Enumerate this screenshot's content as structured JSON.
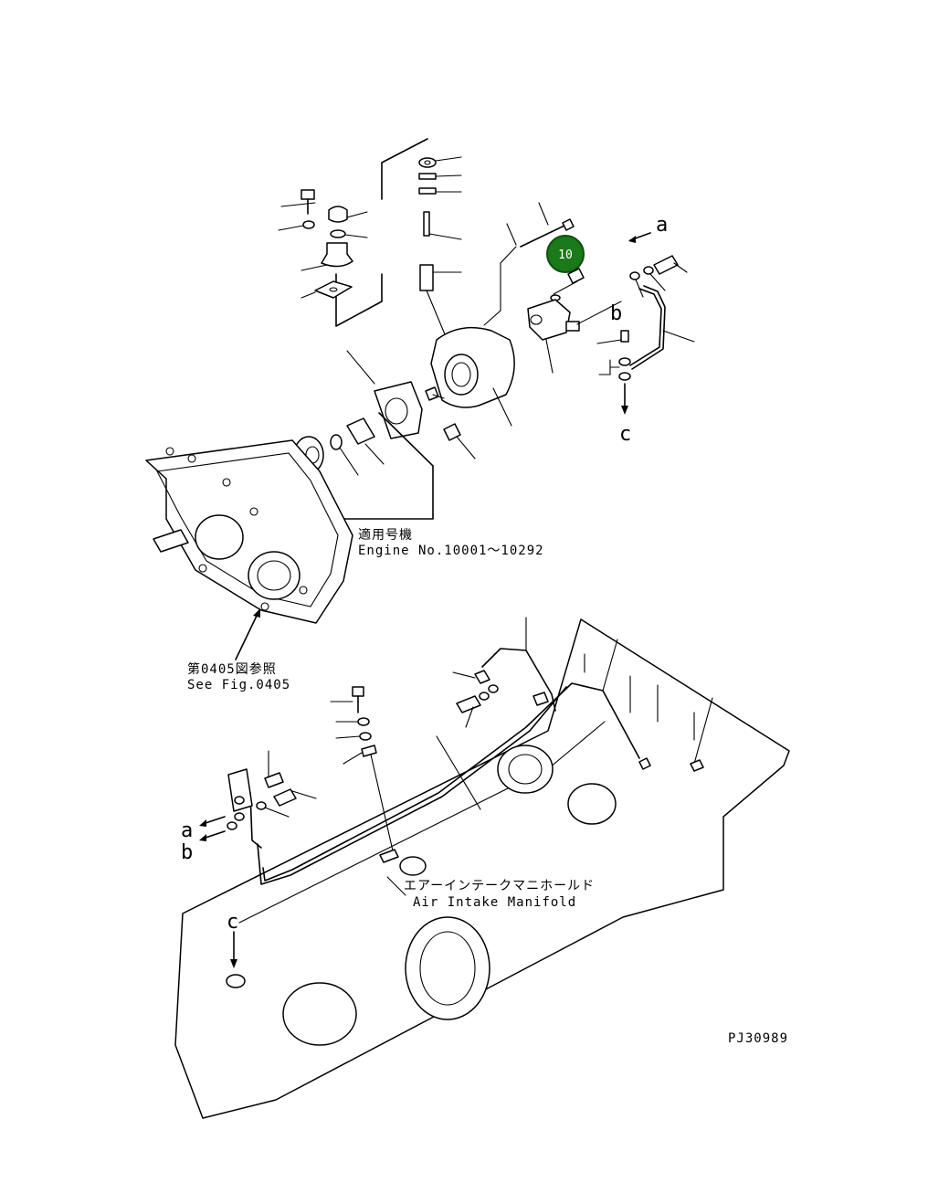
{
  "labels": {
    "applicable_machine_jp": "適用号機",
    "engine_no": "Engine No.10001～10292",
    "see_fig_jp": "第0405図参照",
    "see_fig_en": "See Fig.0405",
    "manifold_jp": "エアーインテークマニホールド",
    "manifold_en": "Air Intake Manifold",
    "drawing_id": "PJ30989"
  },
  "markers": {
    "a_top": "a",
    "b_top": "b",
    "c_top": "c",
    "a_left": "a",
    "b_left": "b",
    "c_left": "c"
  },
  "callout": {
    "number": "10",
    "color": "#1a7a1a",
    "ring_color": "#0d4f0d"
  }
}
